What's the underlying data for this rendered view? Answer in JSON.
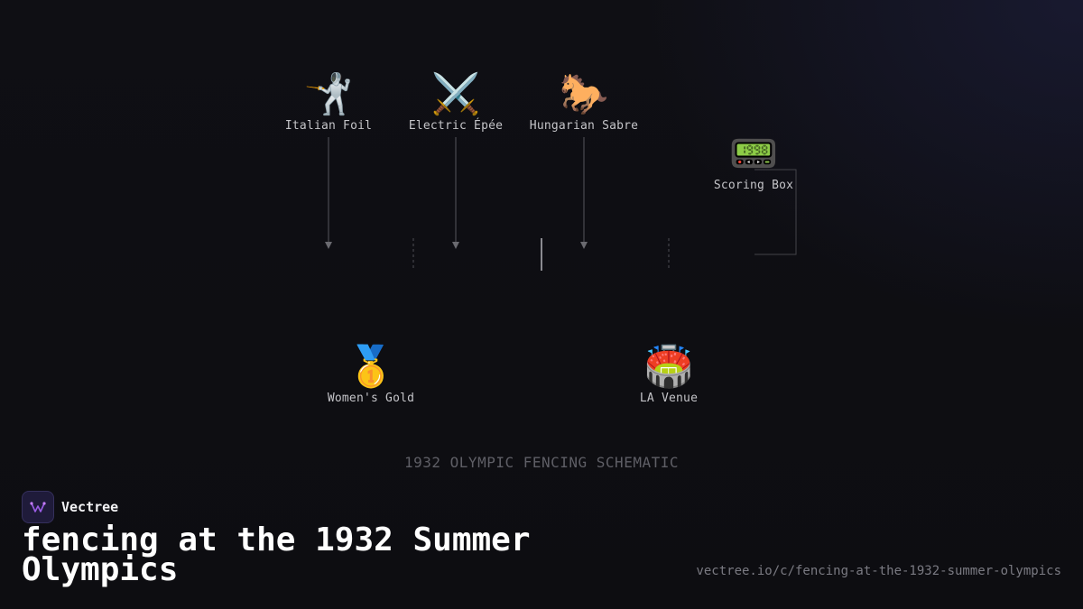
{
  "nodes": {
    "italian_foil": {
      "emoji": "🤺",
      "label": "Italian Foil"
    },
    "electric_epee": {
      "emoji": "⚔️",
      "label": "Electric Épée"
    },
    "hungarian_sabre": {
      "emoji": "🐎",
      "label": "Hungarian Sabre"
    },
    "scoring_box": {
      "emoji": "📟",
      "label": "Scoring Box"
    },
    "womens_gold": {
      "emoji": "🥇",
      "label": "Women's Gold"
    },
    "la_venue": {
      "emoji": "🏟️",
      "label": "LA Venue"
    }
  },
  "caption": "1932 OLYMPIC FENCING SCHEMATIC",
  "brand": {
    "name": "Vectree"
  },
  "title": "fencing at the 1932 Summer Olympics",
  "url": "vectree.io/c/fencing-at-the-1932-summer-olympics"
}
